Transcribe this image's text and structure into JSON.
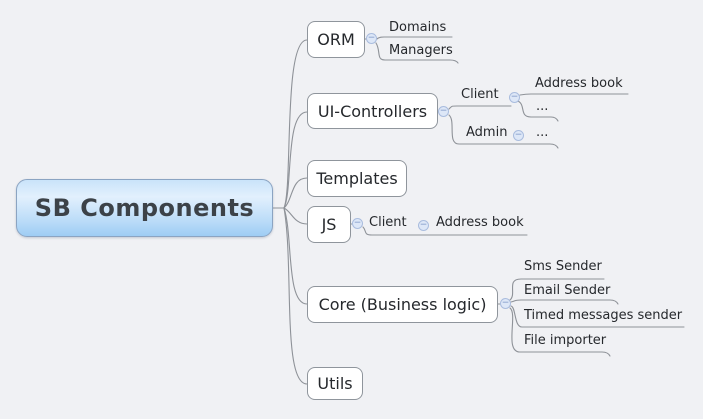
{
  "app": {
    "view": "mind-map"
  },
  "icons": {
    "collapse": "−"
  },
  "colors": {
    "background": "#f0f1f4",
    "root_fill_top": "#c9e3fa",
    "root_fill_bottom": "#9ecdf4",
    "root_border": "#8ba4c2",
    "root_text": "#3c4248",
    "node_fill": "#ffffff",
    "node_border": "#8f959c",
    "node_text": "#25282c",
    "connector_line": "#8e9298",
    "toggle_fill": "#dde7f7",
    "toggle_border": "#a9bcde",
    "toggle_glyph": "#7d96c5"
  },
  "outline": {
    "label": "SB Components",
    "children": [
      {
        "label": "ORM",
        "children": [
          {
            "label": "Domains"
          },
          {
            "label": "Managers"
          }
        ]
      },
      {
        "label": "UI-Controllers",
        "children": [
          {
            "label": "Client",
            "children": [
              {
                "label": "Address book"
              },
              {
                "label": "..."
              }
            ]
          },
          {
            "label": "Admin",
            "children": [
              {
                "label": "..."
              }
            ]
          }
        ]
      },
      {
        "label": "Templates"
      },
      {
        "label": "JS",
        "children": [
          {
            "label": "Client",
            "children": [
              {
                "label": "Address book"
              }
            ]
          }
        ]
      },
      {
        "label": "Core (Business logic)",
        "children": [
          {
            "label": "Sms Sender"
          },
          {
            "label": "Email Sender"
          },
          {
            "label": "Timed messages sender"
          },
          {
            "label": "File importer"
          }
        ]
      },
      {
        "label": "Utils"
      }
    ]
  }
}
